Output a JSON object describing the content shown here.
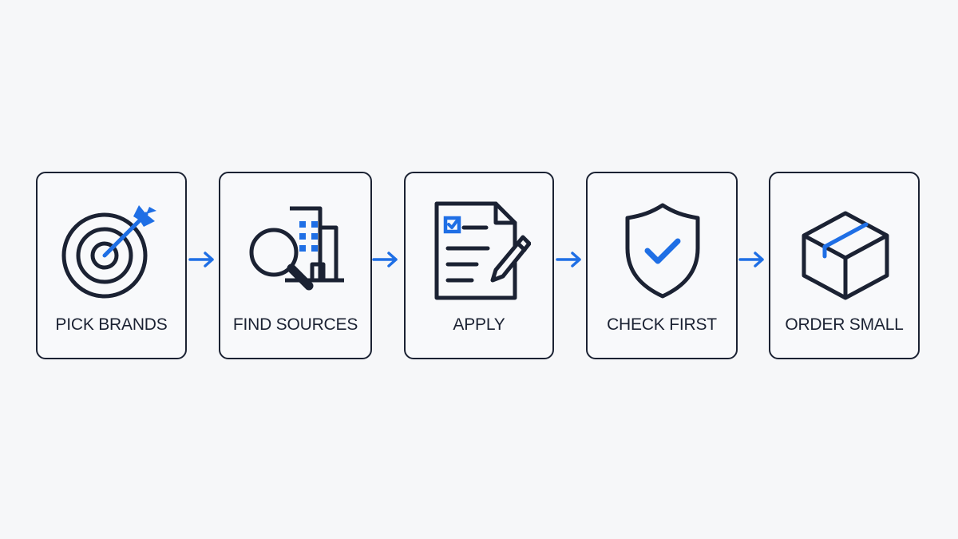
{
  "colors": {
    "background": "#f6f7f9",
    "stroke": "#1b2233",
    "accent": "#1f6fe5"
  },
  "steps": [
    {
      "label": "PICK BRANDS",
      "icon": "target-arrow-icon"
    },
    {
      "label": "FIND SOURCES",
      "icon": "search-building-icon"
    },
    {
      "label": "APPLY",
      "icon": "document-pencil-icon"
    },
    {
      "label": "CHECK FIRST",
      "icon": "shield-check-icon"
    },
    {
      "label": "ORDER SMALL",
      "icon": "package-box-icon"
    }
  ],
  "connectors": [
    "arrow-right-icon",
    "arrow-right-icon",
    "arrow-right-icon",
    "arrow-right-icon"
  ]
}
